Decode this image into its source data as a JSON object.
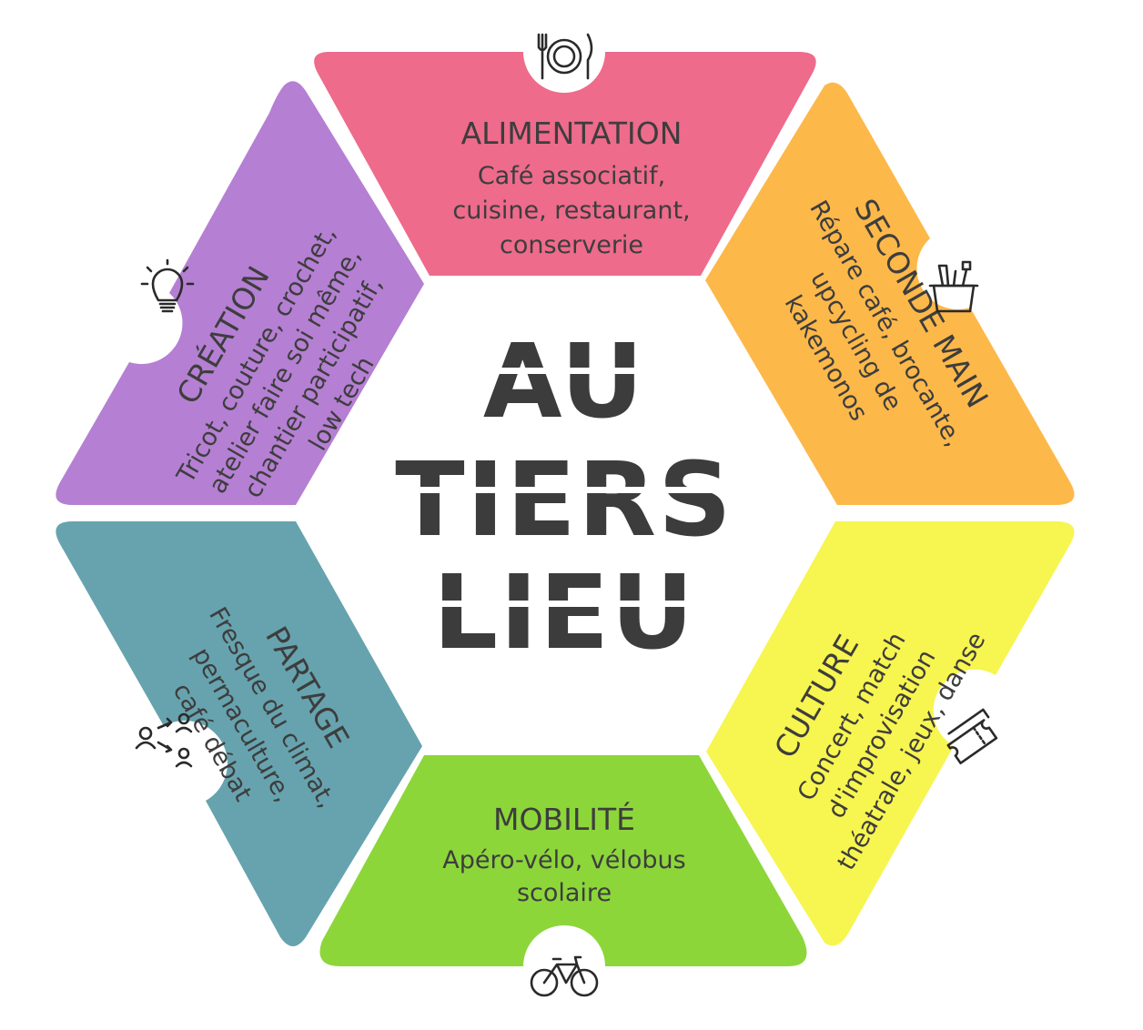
{
  "center": {
    "lines": [
      "AU",
      "TIERS",
      "LIEU"
    ]
  },
  "segments": {
    "alimentation": {
      "title": "ALIMENTATION",
      "lines": [
        "Café associatif,",
        "cuisine, restaurant,",
        "conserverie"
      ],
      "color": "#ee6b8b",
      "icon": "fork-plate-knife-icon"
    },
    "seconde_main": {
      "title": "SECONDE MAIN",
      "lines": [
        "Répare café, brocante,",
        "upcycling de",
        "kakemonos"
      ],
      "color": "#fdb84a",
      "icon": "toolbox-icon"
    },
    "culture": {
      "title": "CULTURE",
      "lines": [
        "Concert, match",
        "d'improvisation",
        "théatrale, jeux, danse"
      ],
      "color": "#f7f54f",
      "icon": "tickets-icon"
    },
    "mobilite": {
      "title": "MOBILITÉ",
      "lines": [
        "Apéro-vélo, vélobus",
        "scolaire"
      ],
      "color": "#8cd63a",
      "icon": "bicycle-icon"
    },
    "partage": {
      "title": "PARTAGE",
      "lines": [
        "Fresque du climat,",
        "permaculture,",
        "café débat"
      ],
      "color": "#66a3ae",
      "icon": "people-sharing-icon"
    },
    "creation": {
      "title": "CRÉATION",
      "lines": [
        "Tricot, couture, crochet,",
        "atelier faire soi même,",
        "chantier participatif,",
        "low tech"
      ],
      "color": "#b57fd3",
      "icon": "lightbulb-icon"
    }
  }
}
